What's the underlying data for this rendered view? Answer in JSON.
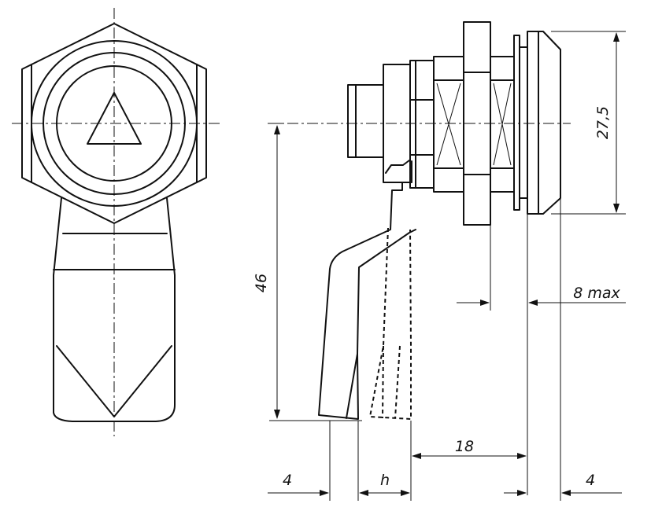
{
  "dimensions": {
    "d_27_5": "27,5",
    "d_8max": "8 max",
    "d_46": "46",
    "d_18": "18",
    "d_4_left": "4",
    "d_h": "h",
    "d_4_right": "4"
  },
  "colors": {
    "line": "#111111",
    "paper": "#ffffff"
  }
}
